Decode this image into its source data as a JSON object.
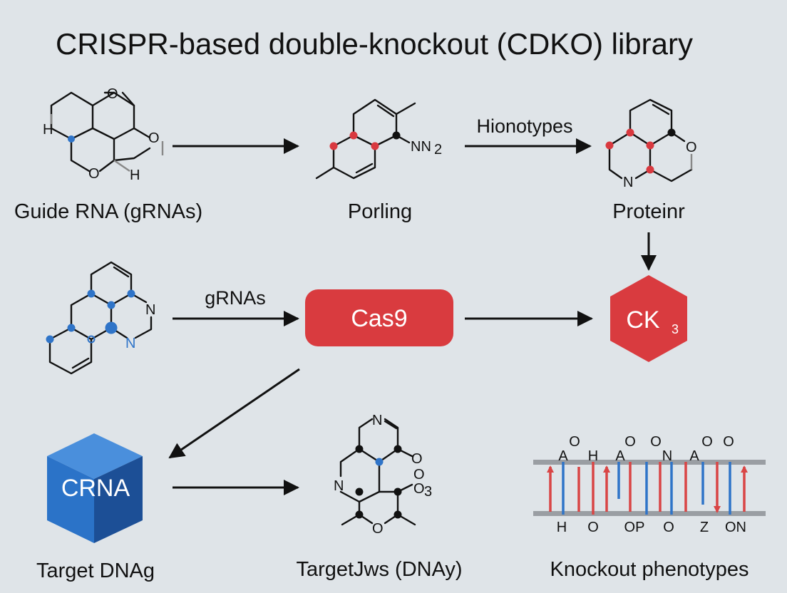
{
  "title": "CRISPR-based double-knockout (CDKO) library",
  "labels": {
    "guide_rna": "Guide RNA (gRNAs)",
    "porling": "Porling",
    "proteinr": "Proteinr",
    "target_dna": "Target DNAg",
    "target_jws": "TargetJws (DNAy)",
    "knockout": "Knockout phenotypes"
  },
  "arrow_labels": {
    "hionotypes": "Hionotypes",
    "grnas": "gRNAs"
  },
  "nodes": {
    "cas9": "Cas9",
    "ck_main": "CK",
    "ck_sub": "3",
    "crna": "CRNA"
  },
  "atoms": {
    "m1_o": "O",
    "m1_h1": "H",
    "m1_o2": "O",
    "m1_o3": "O",
    "m1_h2": "H",
    "m2_nn": "NN",
    "m2_sub": "2",
    "m3_o": "O",
    "m3_n": "N",
    "m4_n1": "N",
    "m4_n2": "N",
    "m5_n1": "N",
    "m5_n2": "N",
    "m5_o1": "O",
    "m5_o2": "O",
    "m5_o3": "O",
    "m5_sub": "3",
    "m5_o4": "O"
  },
  "dna_top": [
    "A",
    "O",
    "H",
    "A",
    "O",
    "O",
    "N",
    "A",
    "O",
    "O"
  ],
  "dna_bottom": [
    "H",
    "O",
    "OP",
    "O",
    "Z",
    "ON"
  ],
  "colors": {
    "background": "#dfe4e8",
    "cas9": "#d93b3f",
    "ck_hex": "#d93b3f",
    "cube_front": "#2b73c8",
    "cube_side": "#1c4f96",
    "cube_top": "#4a8fdc",
    "atom_red": "#d9393f",
    "atom_blue": "#2f74c8",
    "dna_red": "#d94545",
    "dna_blue": "#2f74c8"
  }
}
